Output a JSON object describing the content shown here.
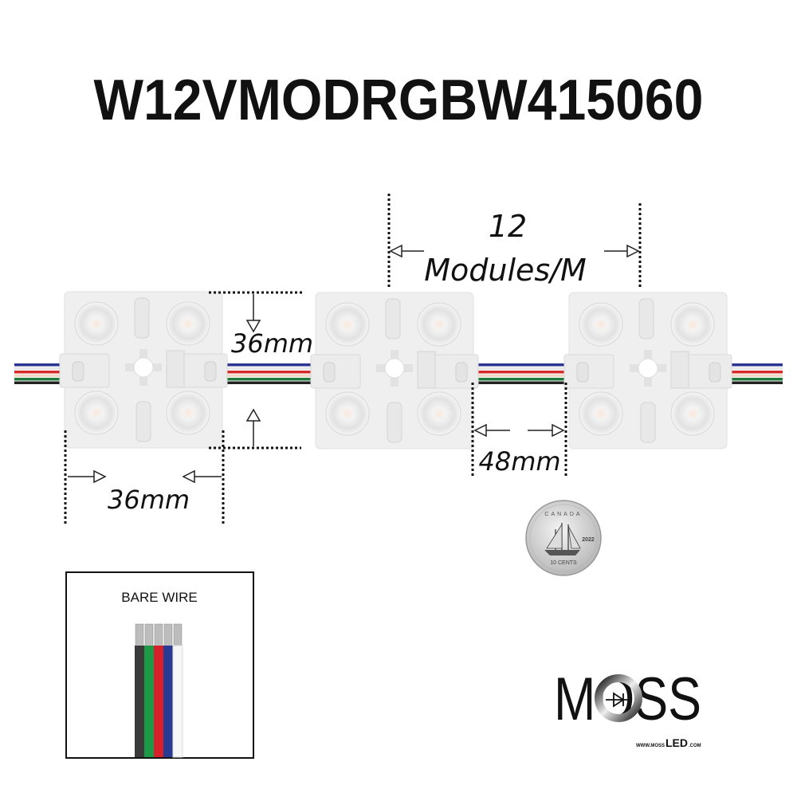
{
  "title": "W12VMODRGBW415060",
  "dimensions": {
    "module_height": "36mm",
    "module_width": "36mm",
    "density_count": "12",
    "density_unit": "Modules/M",
    "spacing": "48mm"
  },
  "wire_colors": [
    "#2b3590",
    "#e8e8e8",
    "#d42a2a",
    "#f0d8c8",
    "#1e7a3a",
    "#222222"
  ],
  "bare_wire": {
    "label": "BARE WIRE",
    "wires": [
      "#3a3a3a",
      "#1c9a48",
      "#d8202a",
      "#283a92",
      "#f6f6f6"
    ]
  },
  "coin": {
    "country": "CANADA",
    "year": "2022",
    "denomination": "10 CENTS"
  },
  "logo": {
    "name": "MOSS",
    "sub_prefix": "WWW.MOSS",
    "sub_main": "LED",
    "sub_suffix": ".COM"
  }
}
